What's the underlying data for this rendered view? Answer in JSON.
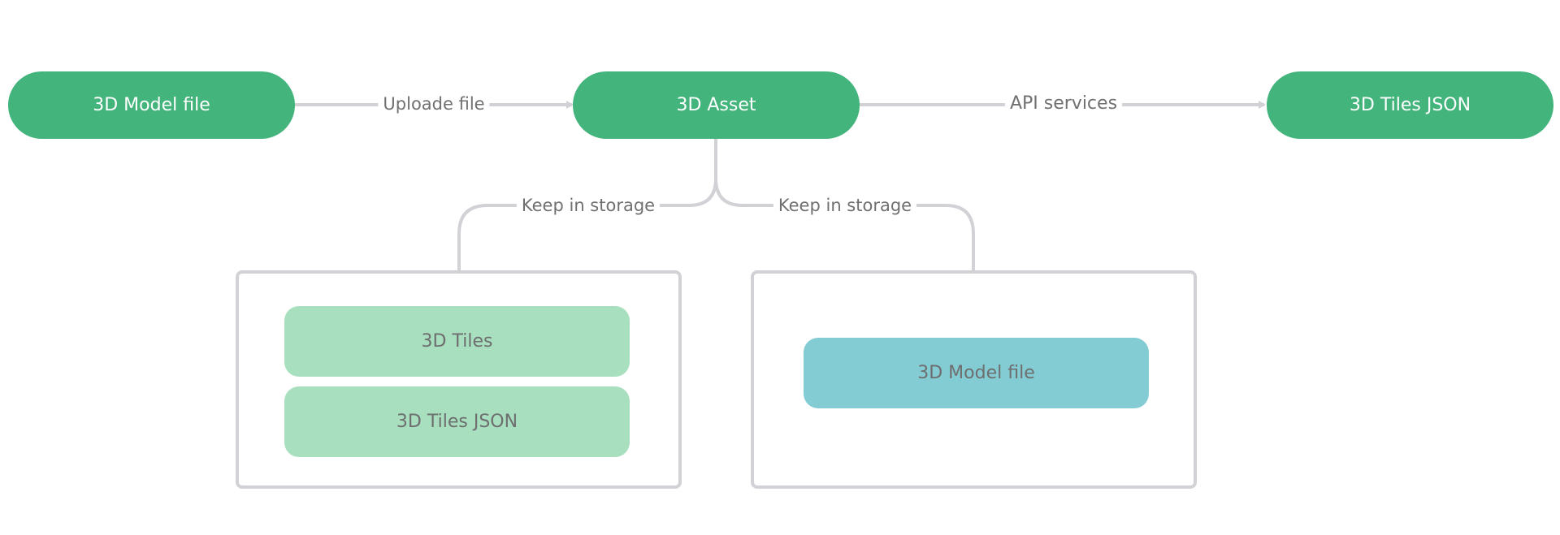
{
  "nodes": {
    "source_model": "3D Model file",
    "asset": "3D Asset",
    "output_json": "3D Tiles JSON"
  },
  "edges": {
    "upload": "Uploade file",
    "api": "API services",
    "keep_left": "Keep in storage",
    "keep_right": "Keep in storage"
  },
  "storage": {
    "left_items": [
      "3D Tiles",
      "3D Tiles JSON"
    ],
    "right_items": [
      "3D Model file"
    ]
  },
  "colors": {
    "primary_node": "#43b47c",
    "tile_item": "#a7dfbf",
    "model_item": "#84ccd4",
    "connector": "#d1d1d6"
  }
}
